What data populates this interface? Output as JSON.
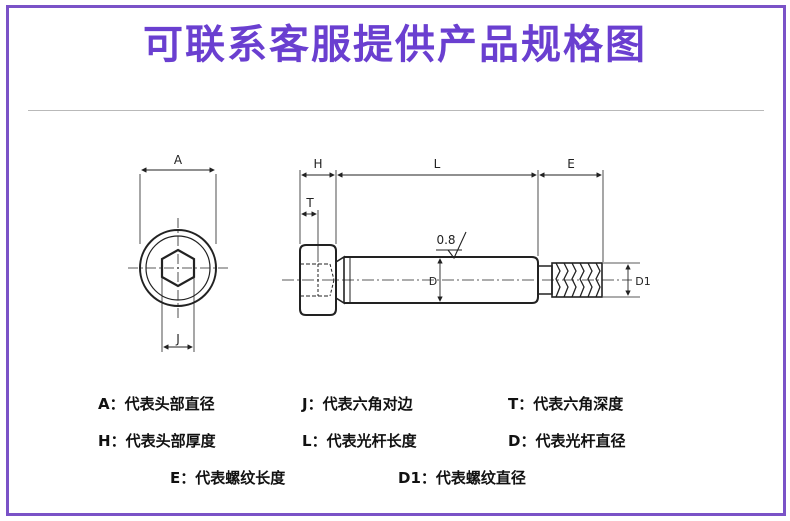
{
  "title": "可联系客服提供产品规格图",
  "drawing": {
    "dim_A": "A",
    "dim_J": "J",
    "dim_H": "H",
    "dim_L": "L",
    "dim_E": "E",
    "dim_T": "T",
    "dim_D": "D",
    "dim_D1": "D1",
    "roughness": "0.8"
  },
  "legend": [
    {
      "key": "A",
      "sep": "：",
      "desc": "代表头部直径"
    },
    {
      "key": "J",
      "sep": "：",
      "desc": "代表六角对边"
    },
    {
      "key": "T",
      "sep": "：",
      "desc": "代表六角深度"
    },
    {
      "key": "H",
      "sep": "：",
      "desc": "代表头部厚度"
    },
    {
      "key": "L",
      "sep": "：",
      "desc": "代表光杆长度"
    },
    {
      "key": "D",
      "sep": "：",
      "desc": "代表光杆直径"
    },
    {
      "key": "E",
      "sep": "：",
      "desc": "代表螺纹长度"
    },
    {
      "key": "D1",
      "sep": "：",
      "desc": "代表螺纹直径"
    }
  ]
}
